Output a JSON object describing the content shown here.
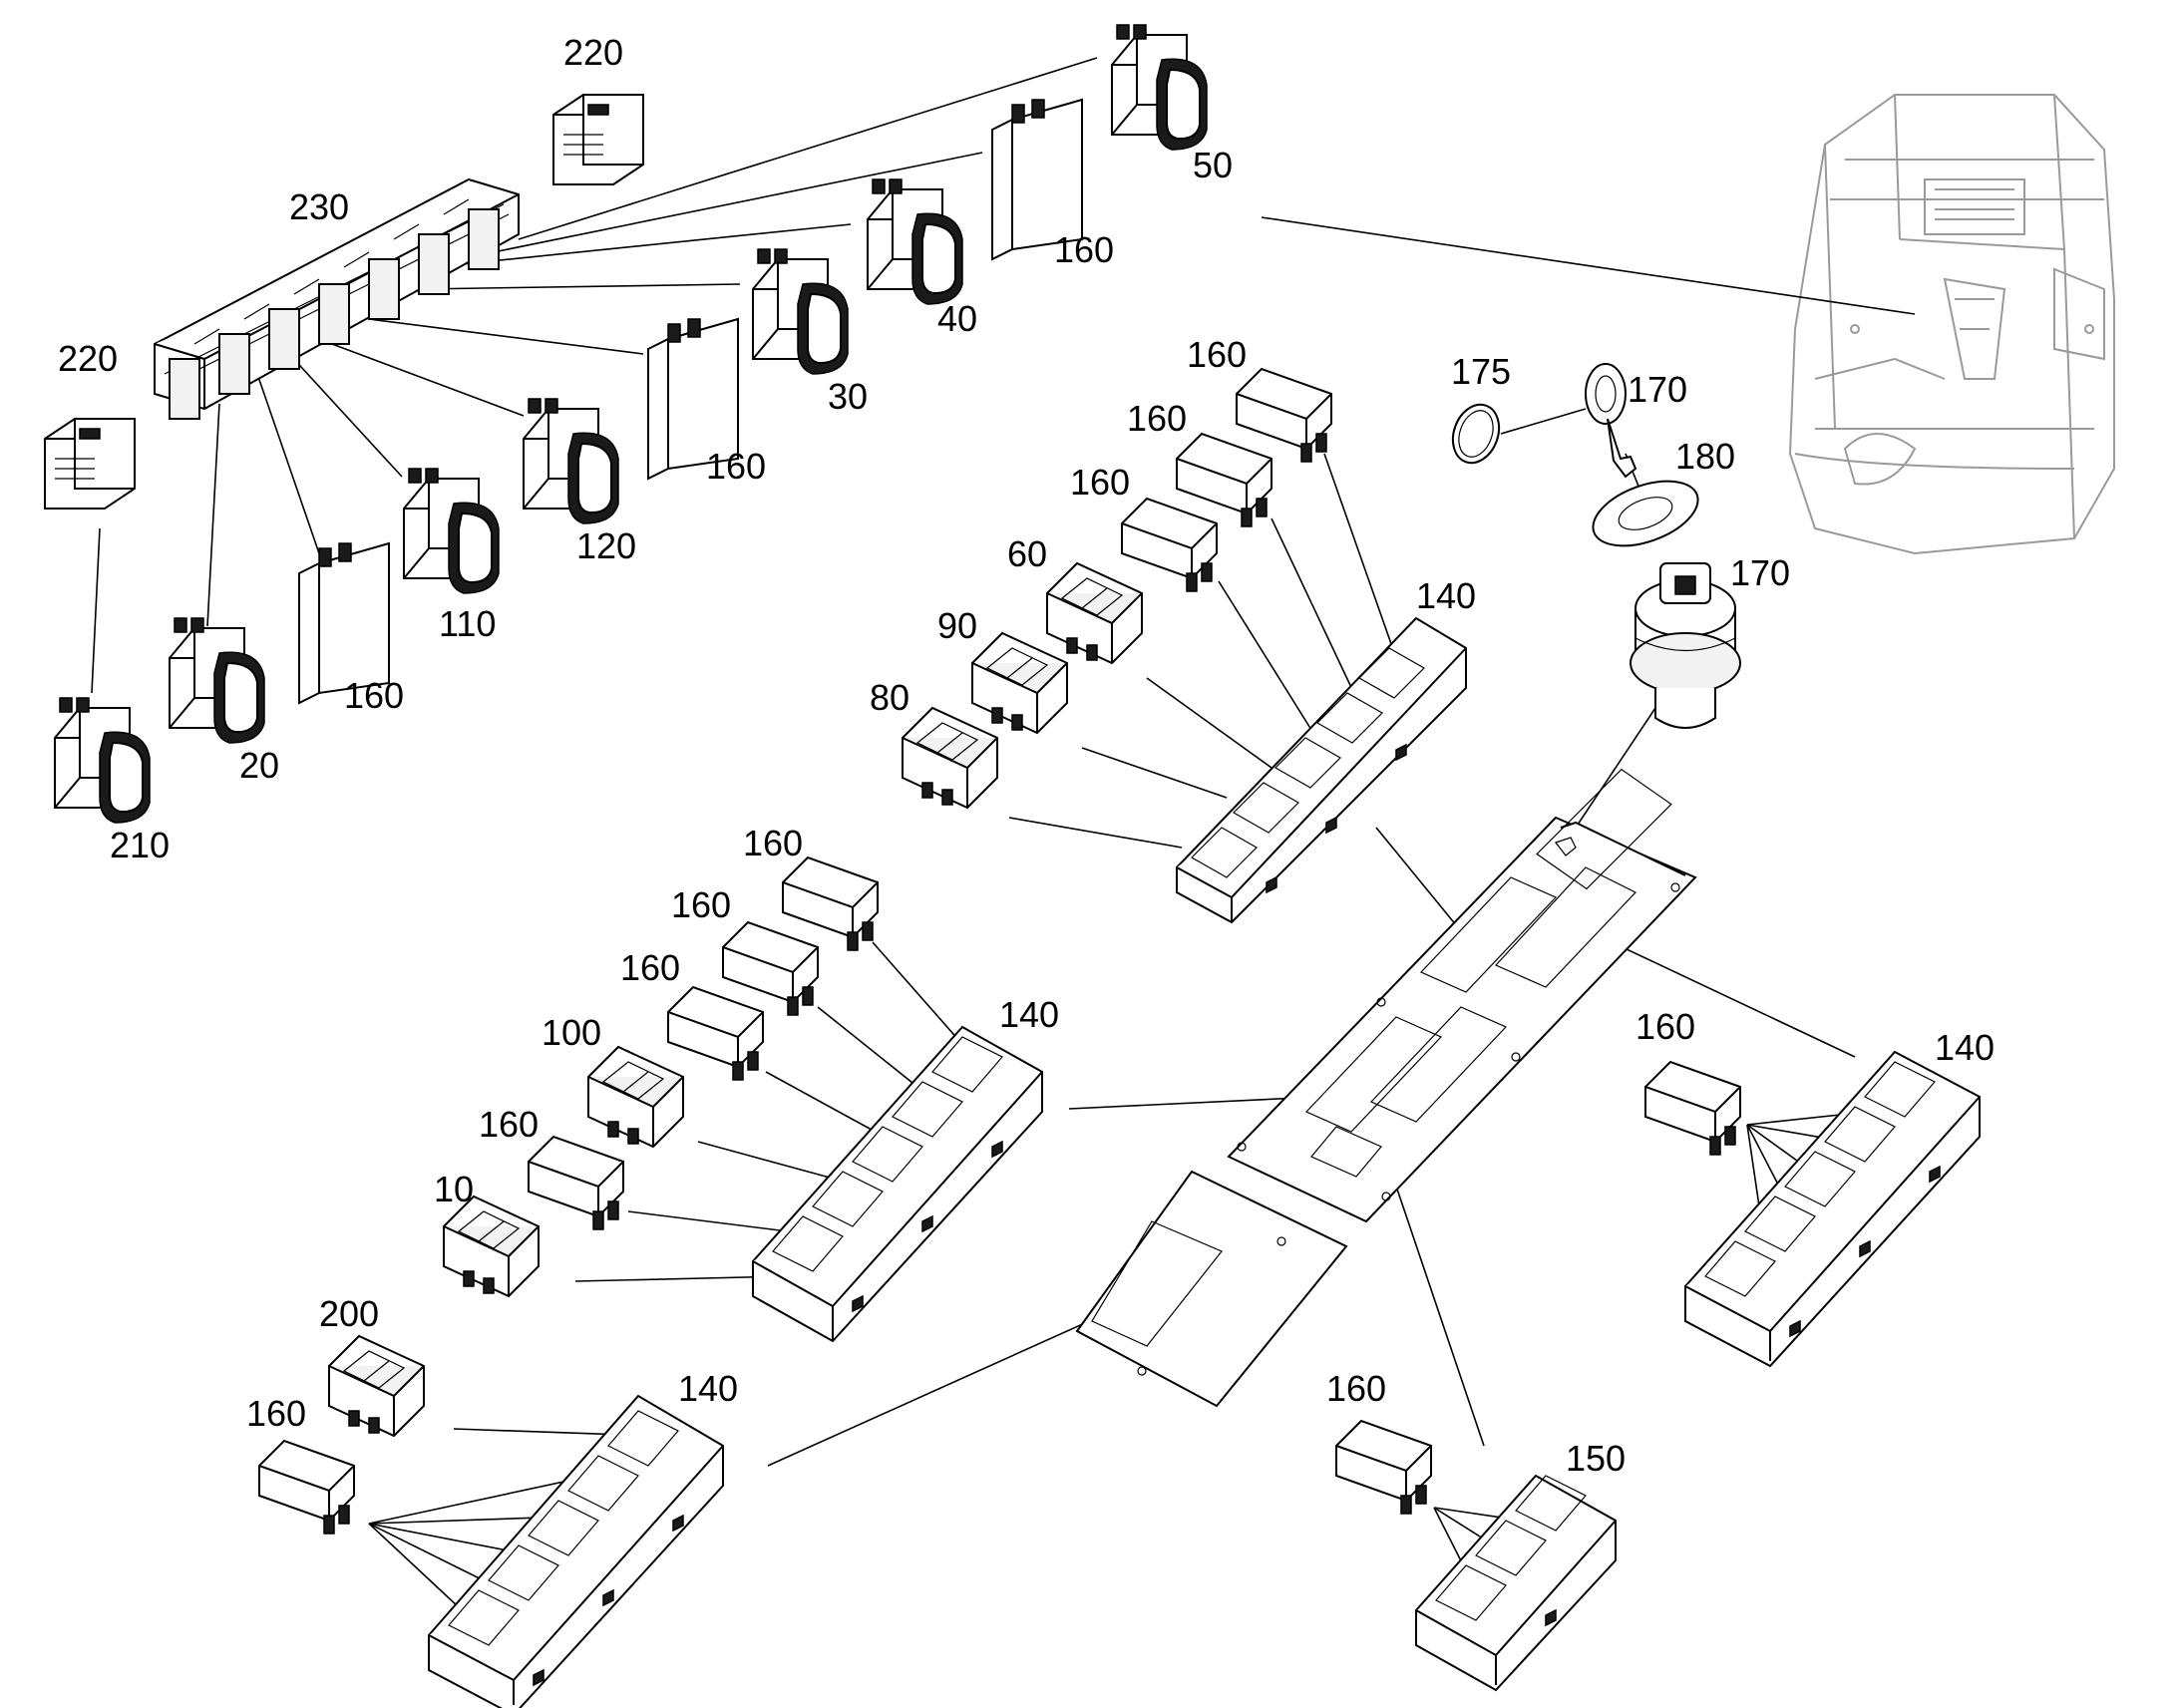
{
  "figure": {
    "callouts": [
      "220",
      "230",
      "220",
      "50",
      "160",
      "40",
      "30",
      "160",
      "120",
      "110",
      "160",
      "20",
      "210",
      "160",
      "160",
      "160",
      "60",
      "90",
      "80",
      "140",
      "175",
      "170",
      "180",
      "170",
      "160",
      "160",
      "160",
      "100",
      "160",
      "10",
      "140",
      "200",
      "160",
      "140",
      "160",
      "140",
      "160",
      "150"
    ]
  }
}
